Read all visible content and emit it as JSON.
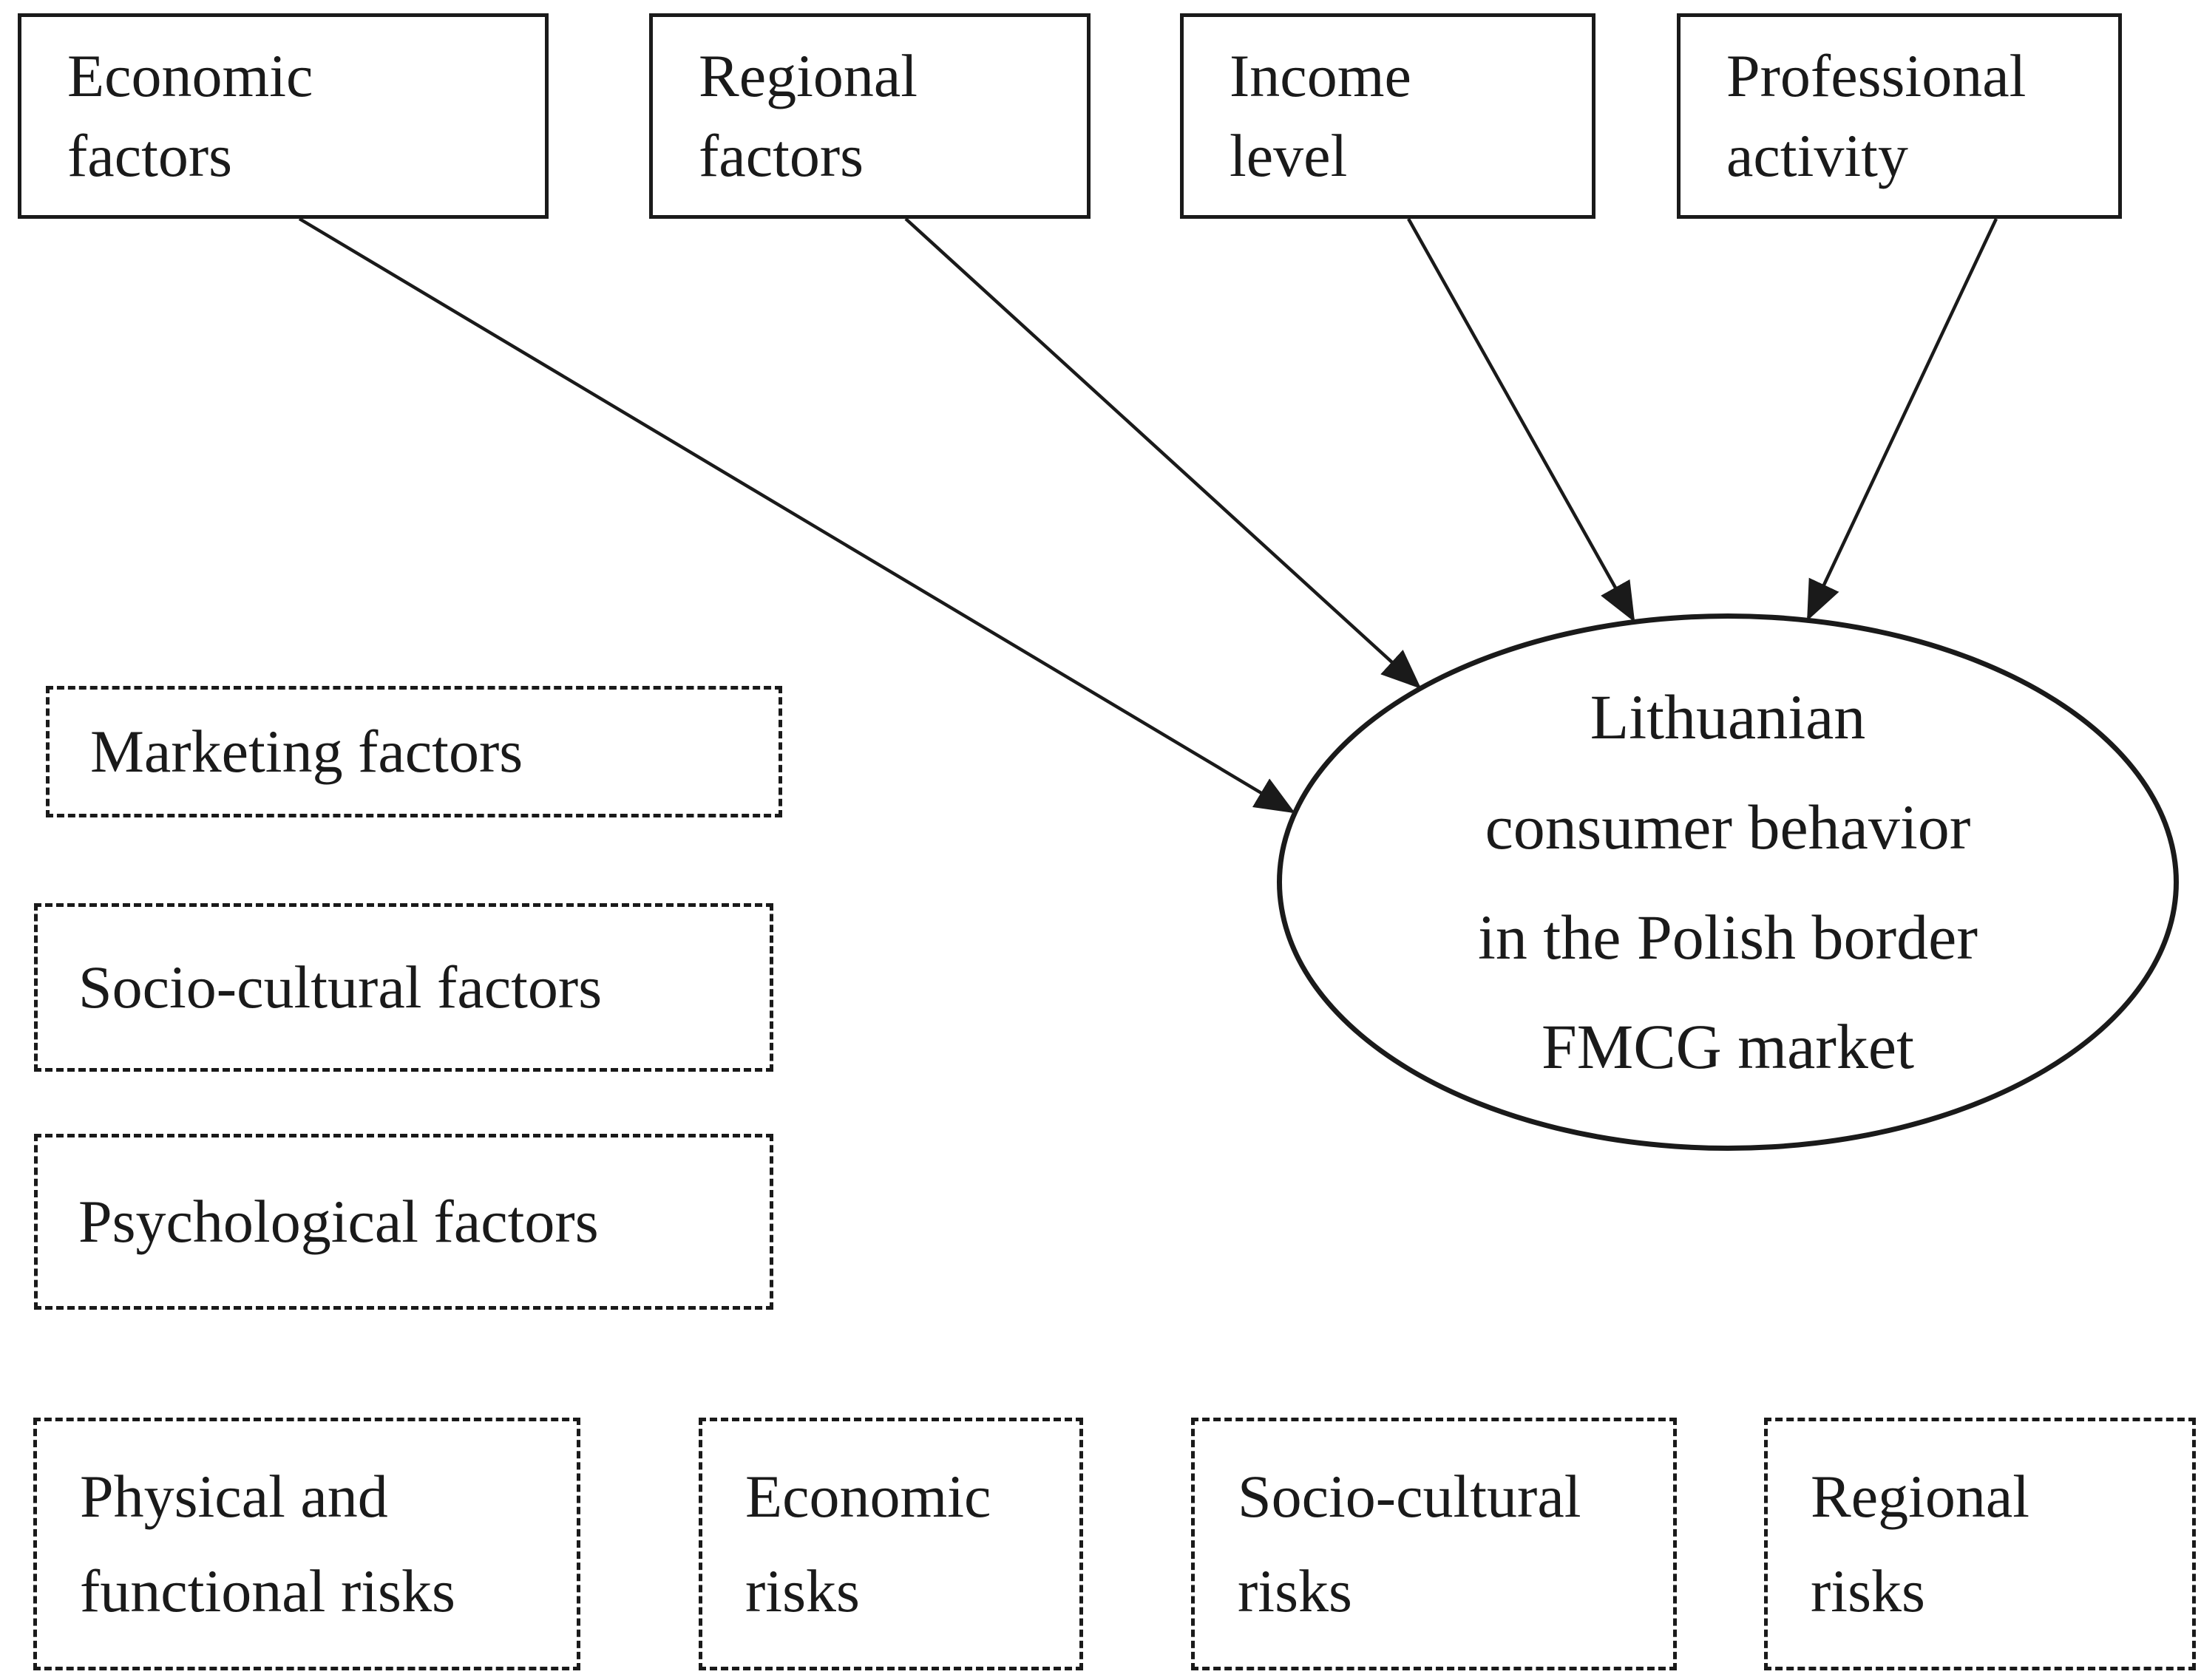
{
  "colors": {
    "ink": "#1a1a1a",
    "background": "#ffffff"
  },
  "top_factor_boxes": [
    {
      "id": "economic-factors",
      "lines": [
        "Economic",
        "factors"
      ]
    },
    {
      "id": "regional-factors",
      "lines": [
        "Regional",
        "factors"
      ]
    },
    {
      "id": "income-level",
      "lines": [
        "Income",
        "level"
      ]
    },
    {
      "id": "professional-activity",
      "lines": [
        "Professional",
        "activity"
      ]
    }
  ],
  "center_ellipse": {
    "lines": [
      "Lithuanian",
      "consumer behavior",
      "in the Polish border",
      "FMCG market"
    ]
  },
  "left_factor_boxes": [
    {
      "id": "marketing-factors",
      "label": "Marketing factors"
    },
    {
      "id": "socio-cultural-factors",
      "label": "Socio-cultural factors"
    },
    {
      "id": "psychological-factors",
      "label": "Psychological factors"
    }
  ],
  "bottom_risk_boxes": [
    {
      "id": "physical-functional-risks",
      "lines": [
        "Physical and",
        "functional risks"
      ]
    },
    {
      "id": "economic-risks",
      "lines": [
        "Economic",
        "risks"
      ]
    },
    {
      "id": "socio-cultural-risks",
      "lines": [
        "Socio-cultural",
        "risks"
      ]
    },
    {
      "id": "regional-risks",
      "lines": [
        "Regional",
        "risks"
      ]
    }
  ]
}
